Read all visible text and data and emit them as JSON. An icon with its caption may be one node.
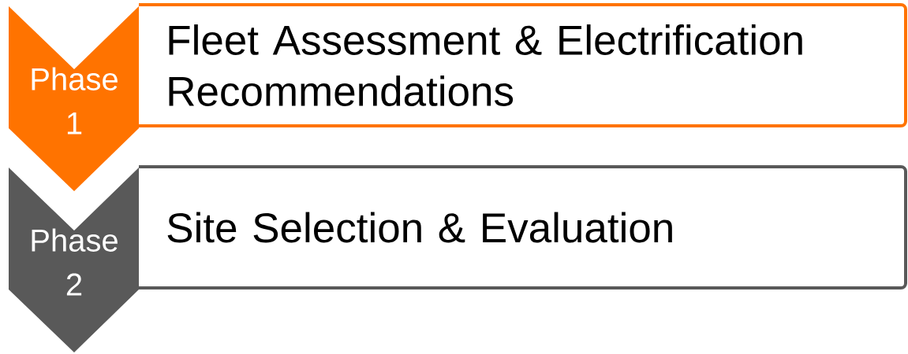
{
  "diagram": {
    "nodes": [
      {
        "text": [
          "Phase 1"
        ]
      },
      {
        "text": [
          "Fleet Assessment & Electrification Recommendations"
        ]
      },
      {
        "text": [
          "Phase 2"
        ]
      },
      {
        "text": [
          "Site Selection & Evaluation"
        ]
      }
    ]
  }
}
